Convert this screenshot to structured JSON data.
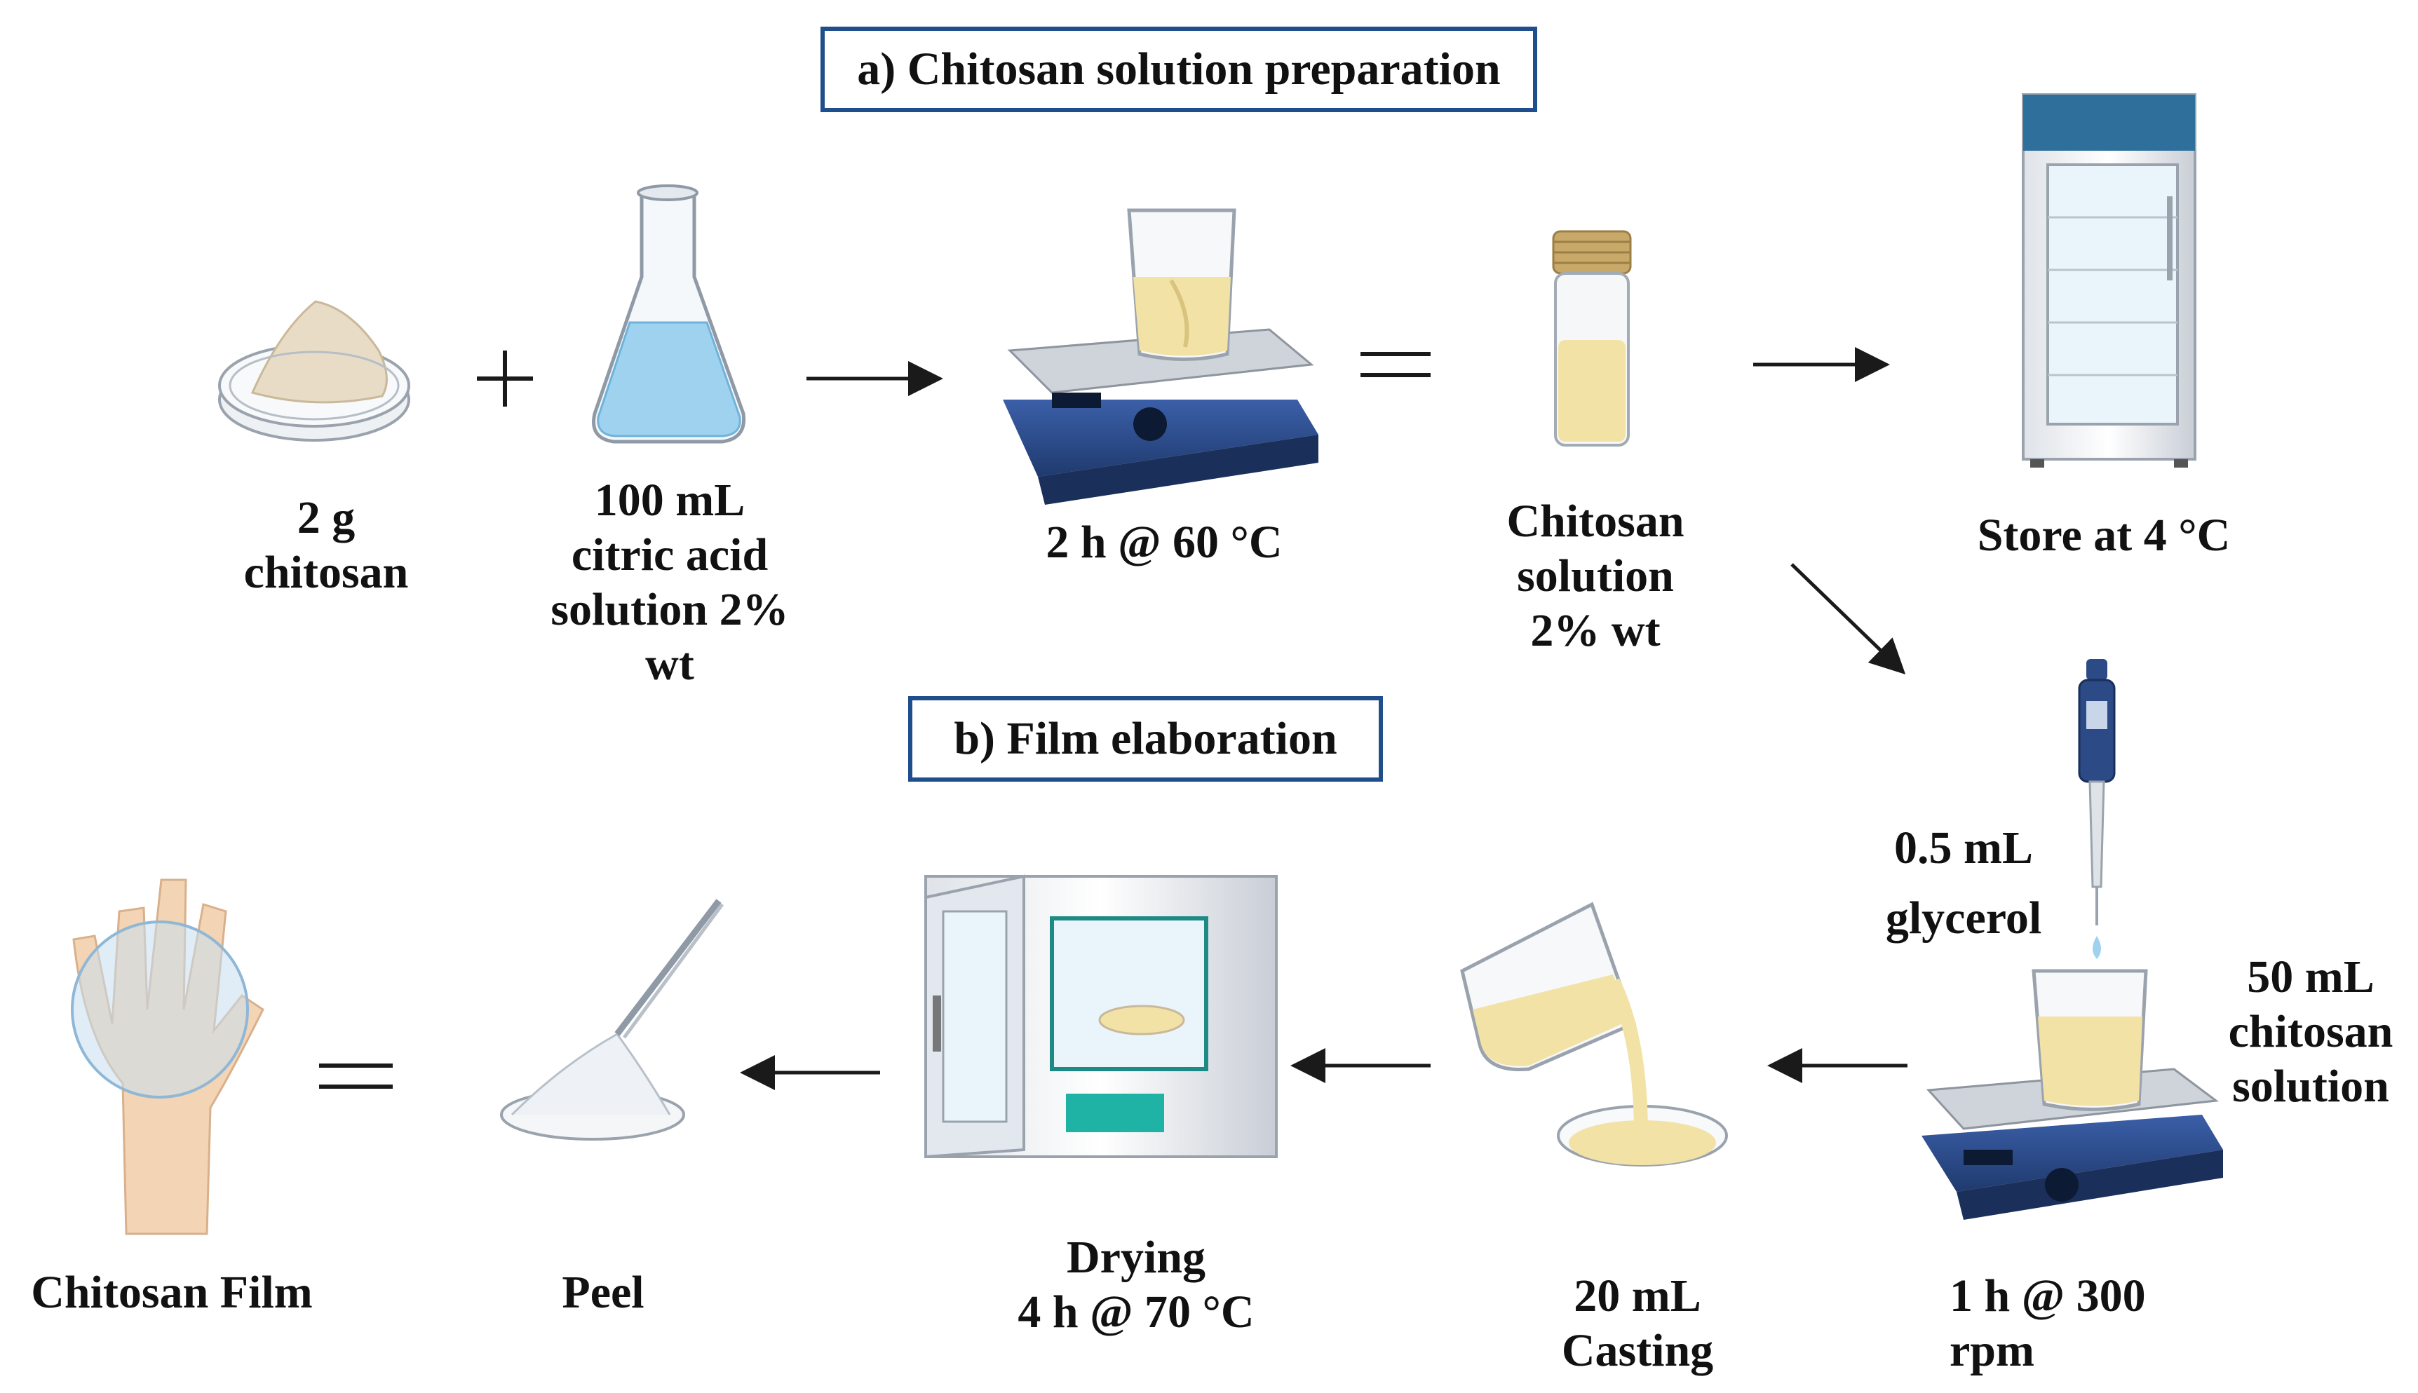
{
  "section_a_title": "a) Chitosan solution preparation",
  "section_b_title": "b) Film elaboration",
  "labels": {
    "chitosan": [
      "2 g",
      "chitosan"
    ],
    "citric_acid": [
      "100 mL",
      "citric acid",
      "solution 2%",
      "wt"
    ],
    "heating": [
      "2 h @ 60 °C"
    ],
    "solution": [
      "Chitosan",
      "solution",
      "2% wt"
    ],
    "store": [
      "Store at 4 °C"
    ],
    "glycerol": [
      "0.5 mL",
      "glycerol"
    ],
    "chitosan_50": [
      "50 mL",
      "chitosan",
      "solution"
    ],
    "stirring": [
      "1 h @ 300",
      "rpm"
    ],
    "casting": [
      "20 mL",
      "Casting"
    ],
    "drying": [
      "Drying",
      "4 h @ 70 °C"
    ],
    "peel": [
      "Peel"
    ],
    "film": [
      "Chitosan Film"
    ]
  },
  "operators": {
    "plus": "+",
    "equals": "="
  },
  "icons": [
    "petri-dish-powder-icon",
    "erlenmeyer-flask-icon",
    "hotplate-stirrer-icon",
    "sample-vial-icon",
    "laboratory-fridge-icon",
    "micropipette-icon",
    "hotplate-stirrer-icon",
    "beaker-pour-icon",
    "drying-oven-icon",
    "tweezers-peel-icon",
    "hand-film-icon"
  ],
  "colors": {
    "box_border": "#1f4e8c",
    "liquid_yellow": "#f3e2a6",
    "liquid_blue": "#9fd2ee",
    "device_blue": "#2c4a86",
    "arrow": "#1a1a1a"
  }
}
